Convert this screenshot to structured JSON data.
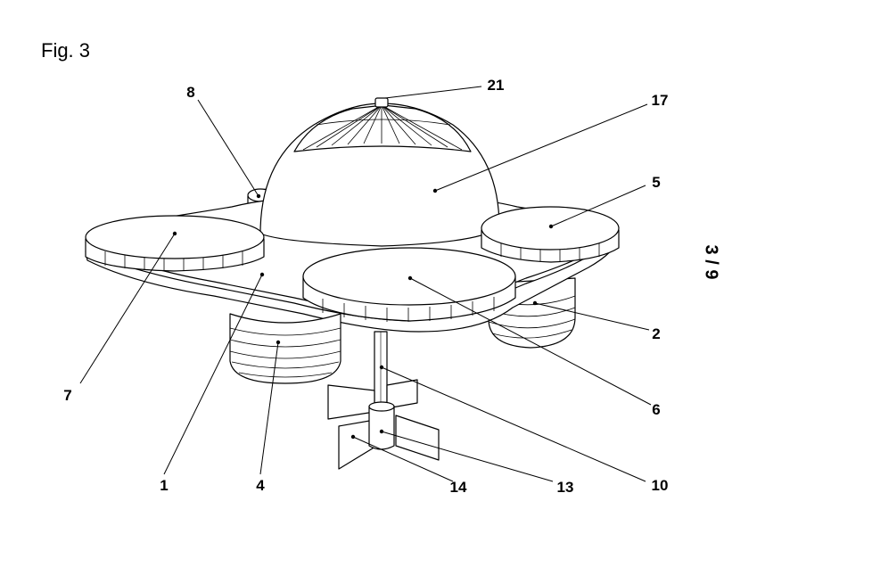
{
  "figure": {
    "title": "Fig. 3",
    "page_number": "3 / 9"
  },
  "reference_labels": [
    {
      "id": "1",
      "text": "1"
    },
    {
      "id": "2",
      "text": "2"
    },
    {
      "id": "4",
      "text": "4"
    },
    {
      "id": "5",
      "text": "5"
    },
    {
      "id": "6",
      "text": "6"
    },
    {
      "id": "7",
      "text": "7"
    },
    {
      "id": "8",
      "text": "8"
    },
    {
      "id": "10",
      "text": "10"
    },
    {
      "id": "13",
      "text": "13"
    },
    {
      "id": "14",
      "text": "14"
    },
    {
      "id": "17",
      "text": "17"
    },
    {
      "id": "21",
      "text": "21"
    }
  ],
  "colors": {
    "line": "#000000",
    "fill": "#ffffff"
  }
}
